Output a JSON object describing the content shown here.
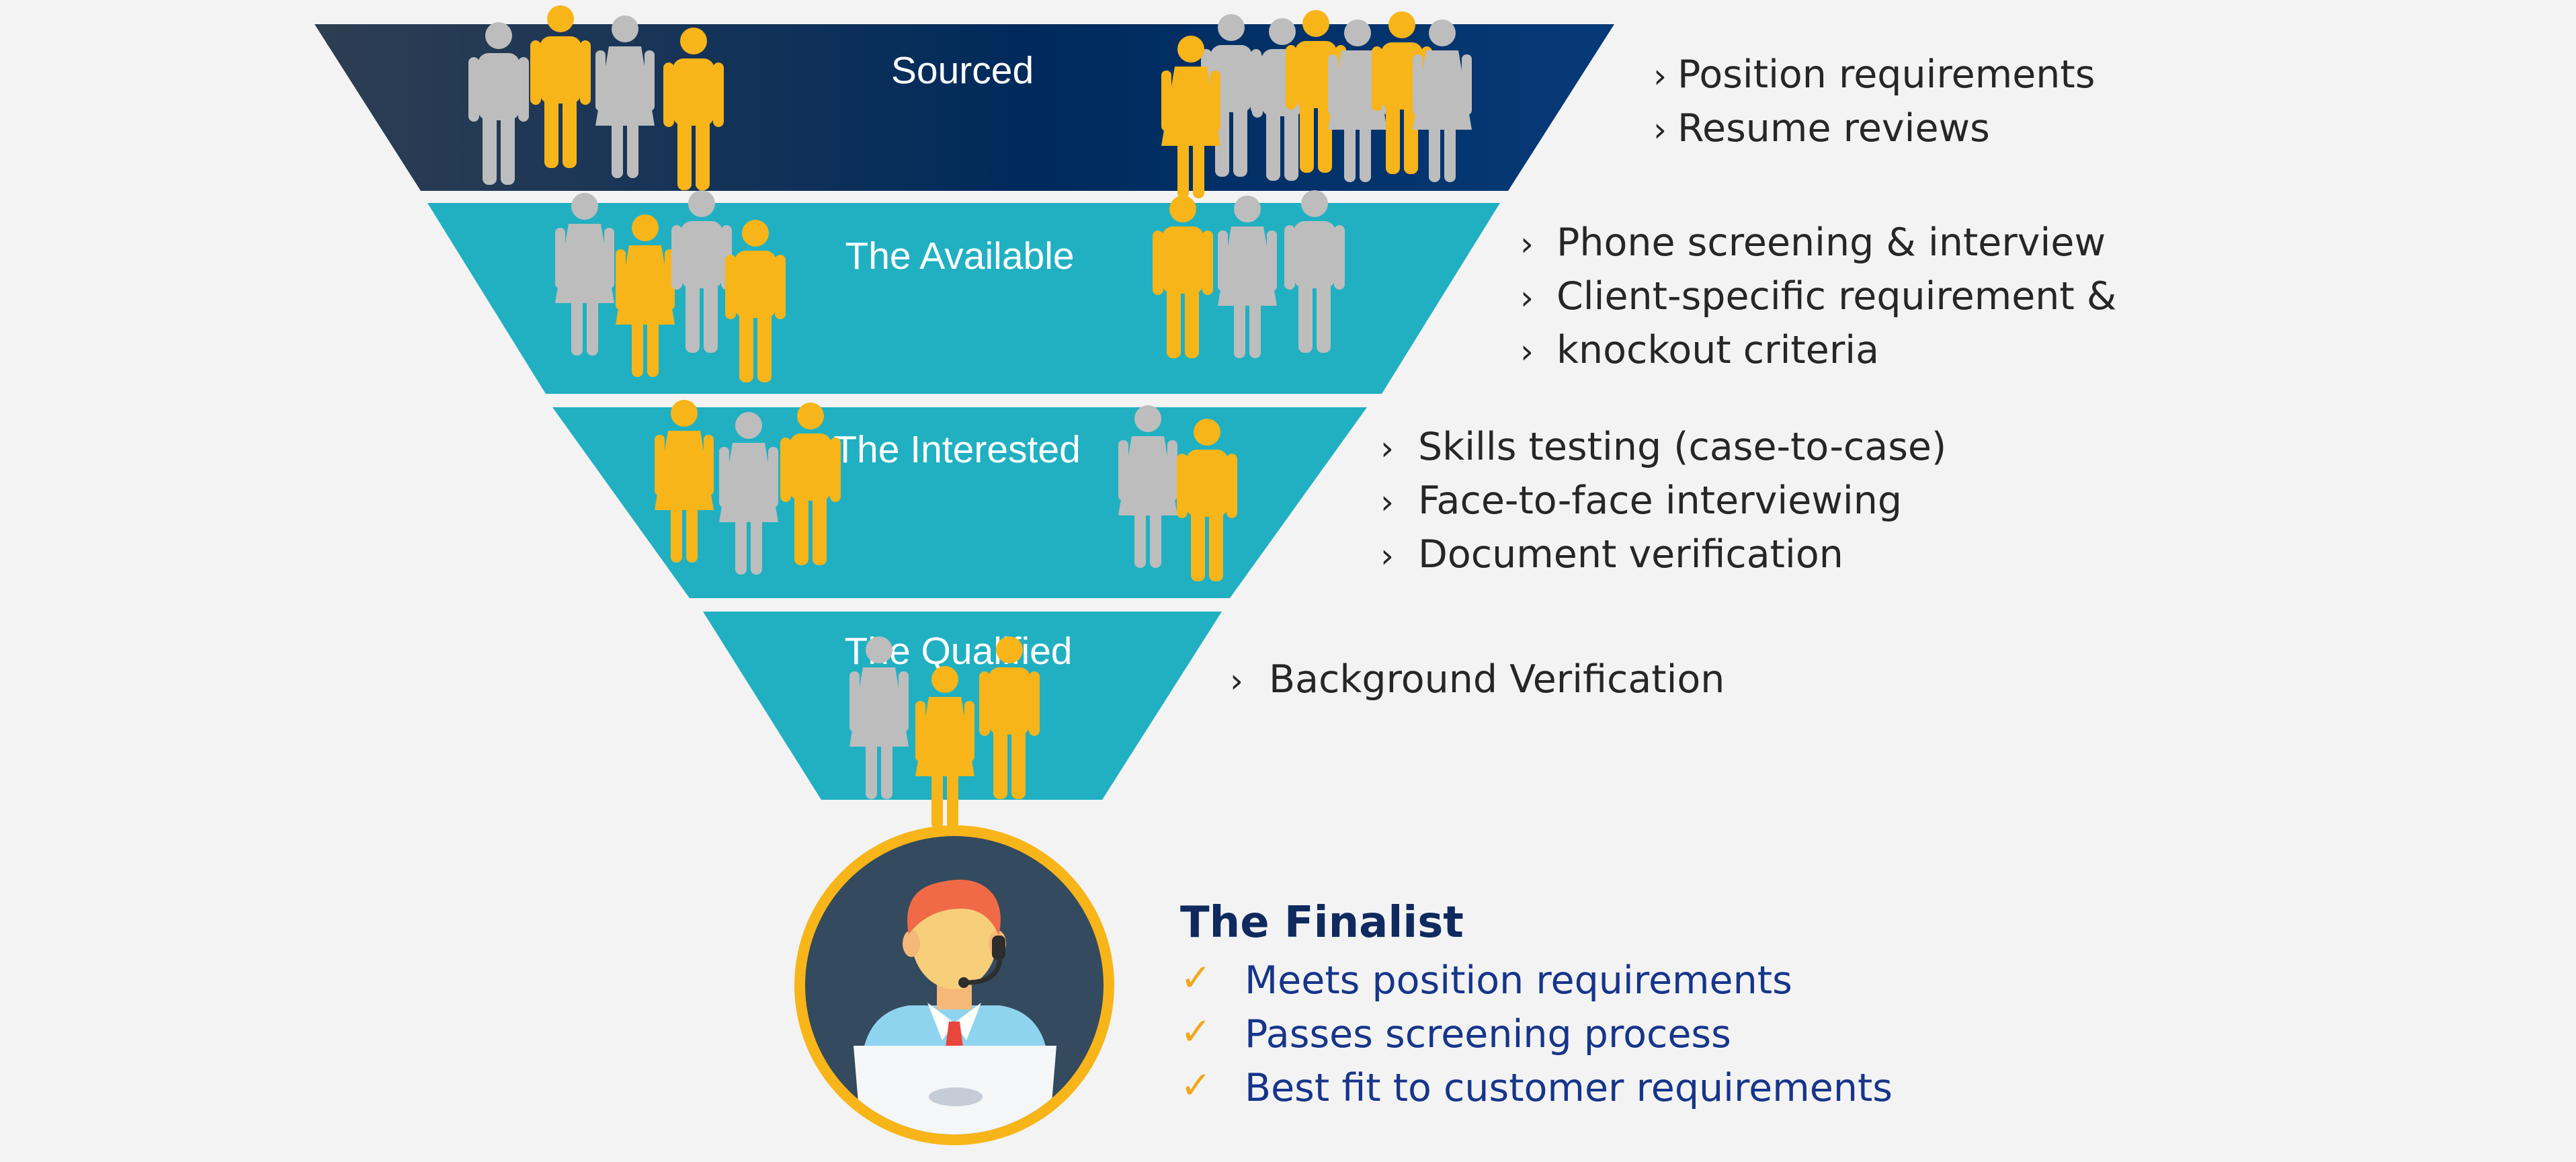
{
  "colors": {
    "background": "#f3f3f3",
    "top_band_start": "#2e3e52",
    "top_band_mid": "#002a5c",
    "top_band_end": "#063a78",
    "band": "#20b0c2",
    "person_gray": "#bdbdbd",
    "person_yellow": "#f7b519",
    "finalist_title": "#0f2a5e",
    "finalist_text": "#16358a",
    "check": "#f2a81d",
    "circle_ring": "#f7b519",
    "circle_fill": "#344a5e"
  },
  "stages": [
    {
      "label": "Sourced",
      "bullets": [
        "Position requirements",
        "Resume reviews"
      ]
    },
    {
      "label": "The Available",
      "bullets": [
        "Phone screening & interview",
        "Client-specific requirement &",
        "knockout criteria"
      ]
    },
    {
      "label": "The Interested",
      "bullets": [
        "Skills testing (case-to-case)",
        "Face-to-face interviewing",
        "Document verification"
      ]
    },
    {
      "label": "The Qualified",
      "bullets": [
        "Background Verification"
      ]
    }
  ],
  "bullet_symbol": "›",
  "finalist": {
    "title": "The Finalist",
    "check_symbol": "✓",
    "items": [
      "Meets position requirements",
      "Passes screening process",
      "Best fit to customer requirements"
    ]
  },
  "icons": {
    "person": "person-icon",
    "agent": "headset-agent-icon",
    "check": "check-icon",
    "bullet": "chevron-right-icon"
  }
}
